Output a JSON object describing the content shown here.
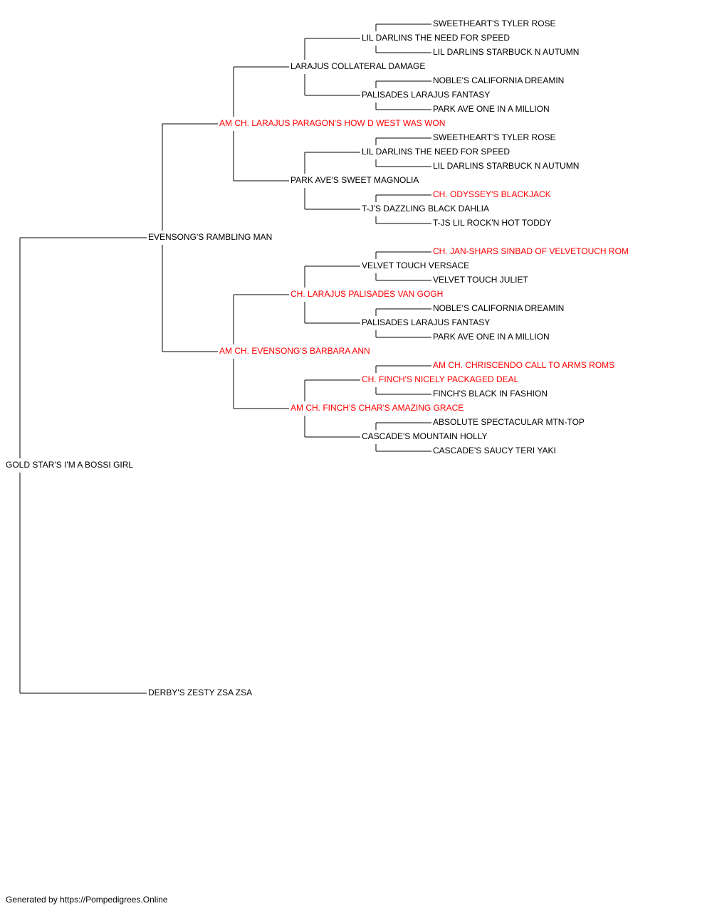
{
  "colors": {
    "champion": "#ff0000",
    "regular": "#000000",
    "line": "#000000"
  },
  "pedigree": {
    "name": "GOLD STAR'S I'M A BOSSI GIRL",
    "champion": false,
    "sire": {
      "name": "EVENSONG'S RAMBLING MAN",
      "champion": false,
      "sire": {
        "name": "AM CH. LARAJUS PARAGON'S HOW D WEST WAS WON",
        "champion": true,
        "sire": {
          "name": "LARAJUS COLLATERAL DAMAGE",
          "champion": false,
          "sire": {
            "name": "LIL DARLINS THE NEED FOR SPEED",
            "champion": false,
            "sire": {
              "name": "SWEETHEART'S TYLER ROSE",
              "champion": false
            },
            "dam": {
              "name": "LIL DARLINS STARBUCK N AUTUMN",
              "champion": false
            }
          },
          "dam": {
            "name": "PALISADES LARAJUS FANTASY",
            "champion": false,
            "sire": {
              "name": "NOBLE'S CALIFORNIA DREAMIN",
              "champion": false
            },
            "dam": {
              "name": "PARK AVE ONE IN A MILLION",
              "champion": false
            }
          }
        },
        "dam": {
          "name": "PARK AVE'S SWEET MAGNOLIA",
          "champion": false,
          "sire": {
            "name": "LIL DARLINS THE NEED FOR SPEED",
            "champion": false,
            "sire": {
              "name": "SWEETHEART'S TYLER ROSE",
              "champion": false
            },
            "dam": {
              "name": "LIL DARLINS STARBUCK N AUTUMN",
              "champion": false
            }
          },
          "dam": {
            "name": "T-J'S DAZZLING BLACK DAHLIA",
            "champion": false,
            "sire": {
              "name": "CH. ODYSSEY'S BLACKJACK",
              "champion": true
            },
            "dam": {
              "name": "T-JS LIL ROCK'N HOT TODDY",
              "champion": false
            }
          }
        }
      },
      "dam": {
        "name": "AM CH. EVENSONG'S BARBARA ANN",
        "champion": true,
        "sire": {
          "name": "CH. LARAJUS PALISADES VAN GOGH",
          "champion": true,
          "sire": {
            "name": "VELVET TOUCH VERSACE",
            "champion": false,
            "sire": {
              "name": "CH. JAN-SHARS SINBAD OF VELVETOUCH ROM",
              "champion": true
            },
            "dam": {
              "name": "VELVET TOUCH JULIET",
              "champion": false
            }
          },
          "dam": {
            "name": "PALISADES LARAJUS FANTASY",
            "champion": false,
            "sire": {
              "name": "NOBLE'S CALIFORNIA DREAMIN",
              "champion": false
            },
            "dam": {
              "name": "PARK AVE ONE IN A MILLION",
              "champion": false
            }
          }
        },
        "dam": {
          "name": "AM CH. FINCH'S CHAR'S AMAZING GRACE",
          "champion": true,
          "sire": {
            "name": "CH. FINCH'S NICELY PACKAGED DEAL",
            "champion": true,
            "sire": {
              "name": "AM CH. CHRISCENDO CALL TO ARMS ROMS",
              "champion": true
            },
            "dam": {
              "name": "FINCH'S BLACK IN FASHION",
              "champion": false
            }
          },
          "dam": {
            "name": "CASCADE'S MOUNTAIN HOLLY",
            "champion": false,
            "sire": {
              "name": "ABSOLUTE SPECTACULAR MTN-TOP",
              "champion": false
            },
            "dam": {
              "name": "CASCADE'S SAUCY TERI YAKI",
              "champion": false
            }
          }
        }
      }
    },
    "dam": {
      "name": "DERBY'S ZESTY ZSA ZSA",
      "champion": false
    }
  },
  "footer": {
    "text": "Generated by https://Pompedigrees.Online"
  }
}
